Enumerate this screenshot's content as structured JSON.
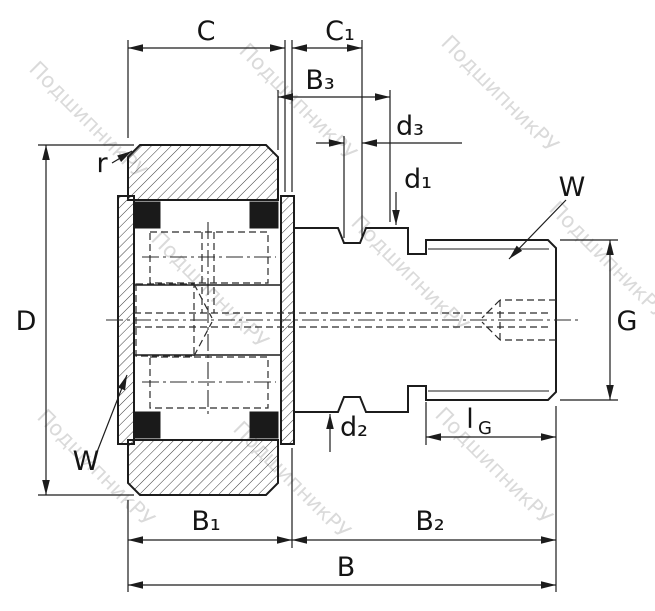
{
  "watermark": {
    "text": "ПодшипникРУ"
  },
  "drawing": {
    "labels": {
      "C": "C",
      "C1": "C₁",
      "B3": "B₃",
      "d3": "d₃",
      "d1": "d₁",
      "d2": "d₂",
      "r": "r",
      "D": "D",
      "G": "G",
      "B1": "B₁",
      "B2": "B₂",
      "B": "B",
      "W_top": "W",
      "W_bottom": "W",
      "lG": {
        "main": "l",
        "sub": "G"
      }
    },
    "colors": {
      "line": "#1c1c1c",
      "watermark": "#c4c4c4",
      "background": "#ffffff",
      "seal_fill": "#1a1a1a"
    }
  }
}
